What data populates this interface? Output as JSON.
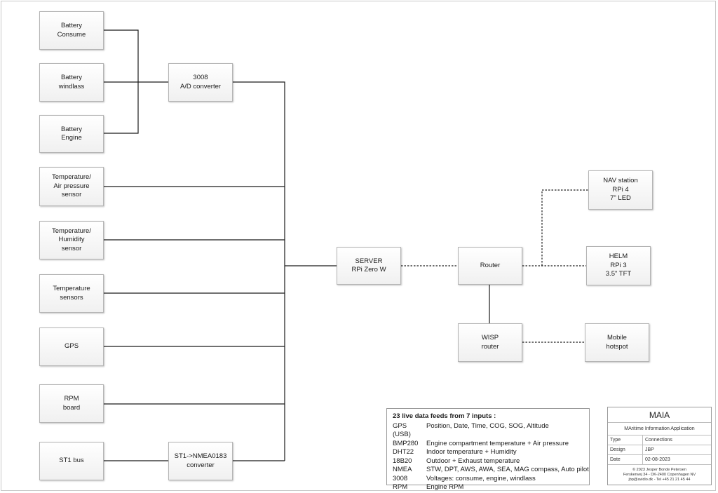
{
  "nodes": {
    "battery_consume": "Battery\nConsume",
    "battery_windlass": "Battery\nwindlass",
    "battery_engine": "Battery\nEngine",
    "ad_converter": "3008\nA/D converter",
    "temp_air_pressure": "Temperature/\nAir pressure\nsensor",
    "temp_humidity": "Temperature/\nHumidity\nsensor",
    "temp_sensors": "Temperature\nsensors",
    "gps": "GPS",
    "rpm_board": "RPM\nboard",
    "st1_bus": "ST1 bus",
    "nmea_converter": "ST1->NMEA0183\nconverter",
    "server": "SERVER\nRPi Zero W",
    "router": "Router",
    "wisp_router": "WISP\nrouter",
    "nav_station": "NAV station\nRPi 4\n7\" LED",
    "helm": "HELM\nRPi 3\n3.5\" TFT",
    "mobile_hotspot": "Mobile\nhotspot"
  },
  "legend": {
    "title": "23 live data feeds from 7 inputs :",
    "rows": [
      {
        "key": "GPS (USB)",
        "value": "Position, Date, Time, COG, SOG, Altitude"
      },
      {
        "key": "BMP280",
        "value": "Engine compartment temperature + Air pressure"
      },
      {
        "key": "DHT22",
        "value": "Indoor temperature + Humidity"
      },
      {
        "key": "18B20",
        "value": "Outdoor + Exhaust temperature"
      },
      {
        "key": "NMEA",
        "value": "STW, DPT, AWS, AWA, SEA, MAG compass, Auto pilot"
      },
      {
        "key": "3008",
        "value": "Voltages: consume, engine, windlass"
      },
      {
        "key": "RPM",
        "value": "Engine RPM"
      }
    ]
  },
  "title_block": {
    "title": "MAIA",
    "subtitle": "MAritime Information Application",
    "type_label": "Type",
    "type_value": "Connections",
    "design_label": "Design",
    "design_value": "JBP",
    "date_label": "Date",
    "date_value": "02-08-2023",
    "footer_1": "© 2023 Jesper Bonde Petersen",
    "footer_2": "Ferskenvej 34 - DK-2400 Copenhagen NV",
    "footer_3": "jbp@avidio.dk - Tel +45 21 21 45 44"
  },
  "colors": {
    "wire": "#1a1a1a",
    "box_border": "#b4b4b4"
  }
}
